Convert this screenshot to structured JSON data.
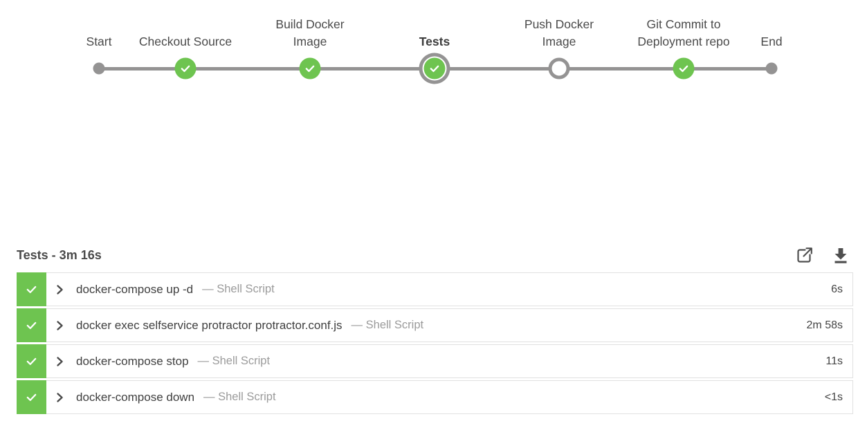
{
  "pipeline": {
    "stages": [
      {
        "label": "Start",
        "status": "terminal",
        "selected": false
      },
      {
        "label": "Checkout Source",
        "status": "success",
        "selected": false
      },
      {
        "label": "Build Docker\nImage",
        "status": "success",
        "selected": false
      },
      {
        "label": "Tests",
        "status": "success",
        "selected": true
      },
      {
        "label": "Push Docker\nImage",
        "status": "pending",
        "selected": false
      },
      {
        "label": "Git Commit to\nDeployment repo",
        "status": "success",
        "selected": false
      },
      {
        "label": "End",
        "status": "terminal",
        "selected": false
      }
    ]
  },
  "log": {
    "title": "Tests - 3m 16s",
    "actions": [
      {
        "icon": "open-in-new-window-icon"
      },
      {
        "icon": "download-log-icon"
      }
    ],
    "steps": [
      {
        "status": "success",
        "name": "docker-compose up -d",
        "type_label": "— Shell Script",
        "duration": "6s"
      },
      {
        "status": "success",
        "name": "docker exec selfservice protractor protractor.conf.js",
        "type_label": "— Shell Script",
        "duration": "2m 58s"
      },
      {
        "status": "success",
        "name": "docker-compose stop",
        "type_label": "— Shell Script",
        "duration": "11s"
      },
      {
        "status": "success",
        "name": "docker-compose down",
        "type_label": "— Shell Script",
        "duration": "<1s"
      }
    ]
  },
  "colors": {
    "success_green": "#6ec450",
    "node_gray": "#949393",
    "text_dark": "#4a4a4a",
    "text_muted": "#9b9b9b",
    "row_border": "#e1e1e1"
  }
}
